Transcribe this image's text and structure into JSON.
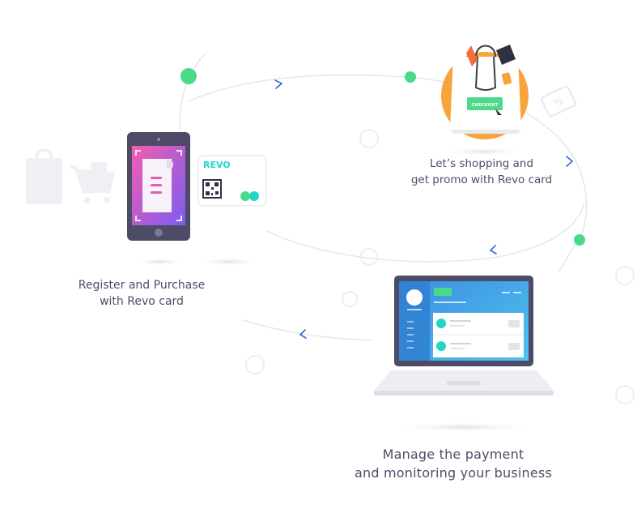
{
  "steps": {
    "shopping": {
      "line1": "Let’s shopping and",
      "line2": "get promo with Revo card"
    },
    "register": {
      "line1": "Register and Purchase",
      "line2": "with Revo card"
    },
    "manage": {
      "line1": "Manage the payment",
      "line2": "and monitoring your business"
    }
  },
  "card": {
    "brand": "REVO"
  },
  "bag": {
    "tag_label": "CHECKOUT"
  },
  "colors": {
    "accent_green": "#4cd98a",
    "arrow_blue": "#2c6bd8",
    "phone_gradient_start": "#f45db0",
    "phone_gradient_end": "#7b5cf0",
    "orange_circle": "#f7a53a",
    "laptop_screen": "#3fa3e0",
    "teal": "#20d6c8"
  },
  "icons": [
    "phone-icon",
    "receipt-icon",
    "revo-card-icon",
    "qr-code-icon",
    "shopping-bag-icon",
    "shopping-cart-icon",
    "checkout-bag-icon",
    "coupon-icon",
    "laptop-icon",
    "arrow-icon"
  ]
}
